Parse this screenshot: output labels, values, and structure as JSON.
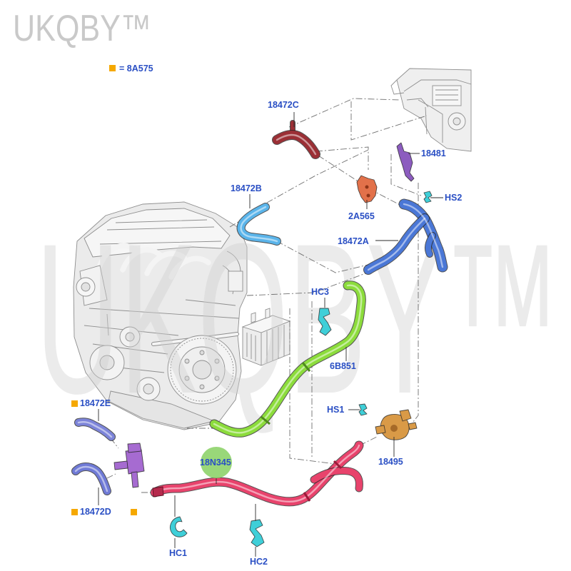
{
  "watermark": {
    "corner_text": "UKQBY™",
    "center_text": "UKQBY™"
  },
  "legend": {
    "text": "= 8A575"
  },
  "callouts": {
    "18472C": "18472C",
    "18481": "18481",
    "HS2": "HS2",
    "18472B": "18472B",
    "2A565": "2A565",
    "18472A": "18472A",
    "HC3": "HC3",
    "6B851": "6B851",
    "HS1": "HS1",
    "18495": "18495",
    "18472E": "18472E",
    "18472D": "18472D",
    "18N345": "18N345",
    "HC1": "HC1",
    "HC2": "HC2"
  },
  "colors": {
    "label": "#2a4fc4",
    "marker": "#f5a800",
    "hose_18472C": "#9b2f35",
    "hose_18472B": "#5ab4ea",
    "hose_18472A": "#4a77d6",
    "hose_6B851": "#8cdc3c",
    "hose_18N345": "#e8436c",
    "hose_18472E": "#7c84d9",
    "hose_18472D": "#6f7ad6",
    "bracket_18481": "#8c5cbf",
    "bracket_2A565": "#e2714a",
    "clip": "#3fcfd8",
    "valve_18495": "#d99a47",
    "valve_purple": "#a66bd1",
    "highlight_18N345": "#8ed36a"
  }
}
